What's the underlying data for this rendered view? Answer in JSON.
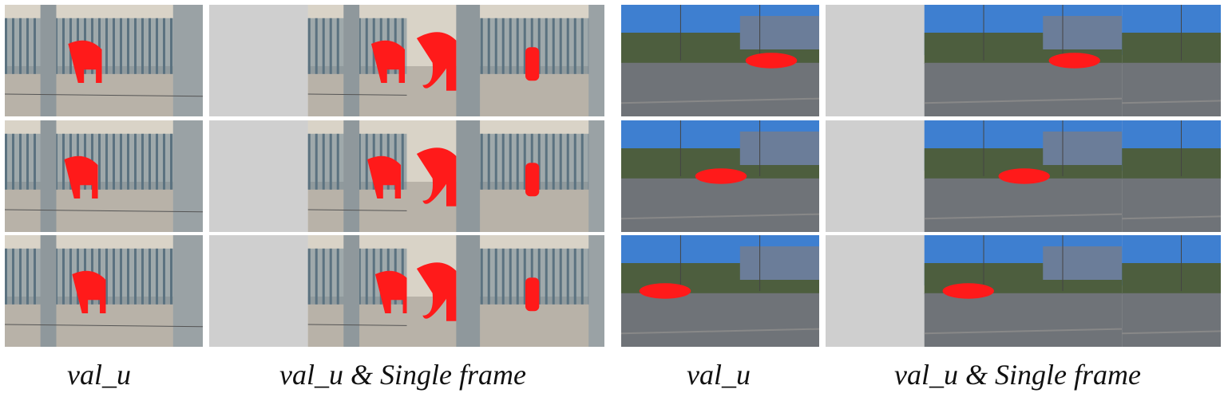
{
  "figure": {
    "captions": [
      "val_u",
      "val_u & Single frame",
      "val_u",
      "val_u & Single frame"
    ],
    "mask_color": "#ff1a1a",
    "scene_elephant": {
      "rows": 3,
      "description_icon": "elephant-scene",
      "colors": {
        "sky": "#d9d3c7",
        "fence": "#6f8794",
        "ground": "#b8b2a8",
        "pole": "#8f989c",
        "mask": "#ff1a1a"
      }
    },
    "scene_car": {
      "rows": 3,
      "description_icon": "car-scene",
      "colors": {
        "sky": "#3e7fd0",
        "trees": "#4d5e3e",
        "road": "#6f7378",
        "mask": "#ff1a1a"
      }
    }
  }
}
